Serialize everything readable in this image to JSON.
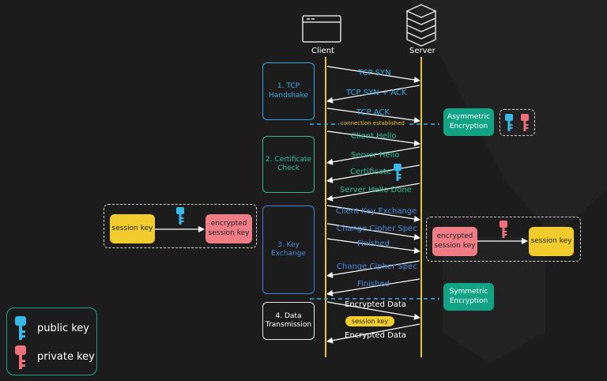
{
  "actors": {
    "client": "Client",
    "server": "Server"
  },
  "phases": [
    {
      "label": "1. TCP\nHandshake",
      "color": "#2aa6e3"
    },
    {
      "label": "2. Certificate\nCheck",
      "color": "#2fb493"
    },
    {
      "label": "3. Key\nExchange",
      "color": "#3f7fd8"
    },
    {
      "label": "4. Data\nTransmission",
      "color": "#e6e6e6"
    }
  ],
  "messages": {
    "tcp_syn": "TCP SYN",
    "tcp_syn_ack": "TCP SYN + ACK",
    "tcp_ack": "TCP ACK",
    "connection_established": "connection established",
    "client_hello": "Client Hello",
    "server_hello": "Server Hello",
    "certificate": "Certificate",
    "server_hello_done": "Server Hello Done",
    "client_key_exchange": "Client Key Exchange",
    "change_cipher_spec_1": "Change Cipher Spec",
    "finished_1": "Finished",
    "change_cipher_spec_2": "Change Cipher Spec",
    "finished_2": "Finished",
    "encrypted_data_1": "Encrypted Data",
    "session_key_badge": "session key",
    "encrypted_data_2": "Encrypted Data"
  },
  "encryption": {
    "asymmetric": "Asymmetric\nEncryption",
    "symmetric": "Symmetric\nEncryption"
  },
  "left_panel": {
    "session_key": "session key",
    "encrypted_session_key": "encrypted\nsession key"
  },
  "right_panel": {
    "encrypted_session_key": "encrypted\nsession key",
    "session_key": "session key"
  },
  "legend": {
    "public_key": "public key",
    "private_key": "private key"
  },
  "colors": {
    "background": "#1c1c1c",
    "lifeline": "#e8c23a",
    "public_key": "#39b8ea",
    "private_key": "#ef6f7a",
    "session_key": "#f2cb2c",
    "encrypted_session_key": "#f07c86",
    "encryption_box": "#12a384",
    "tcp_text": "#3aaee8",
    "cert_text": "#2fc19b",
    "key_text": "#4d8ddf"
  },
  "icons": [
    "window-icon",
    "server-icon",
    "public-key-icon",
    "private-key-icon"
  ]
}
